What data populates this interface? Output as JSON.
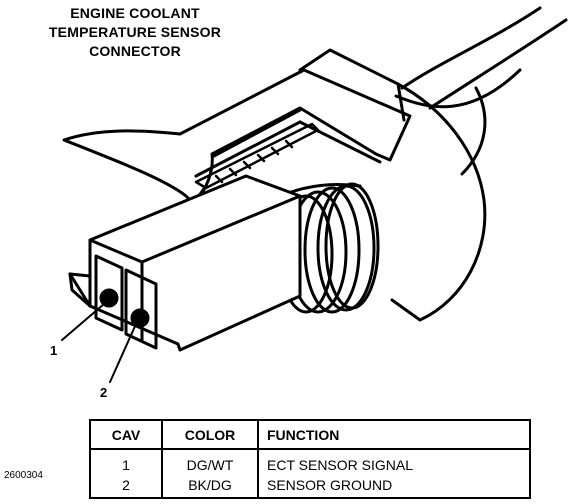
{
  "diagram": {
    "title_lines": [
      "ENGINE COOLANT",
      "TEMPERATURE SENSOR",
      "CONNECTOR"
    ],
    "callouts": [
      "1",
      "2"
    ],
    "figure_id": "2600304"
  },
  "pinout_table": {
    "headers": {
      "cav": "CAV",
      "color": "COLOR",
      "function": "FUNCTION"
    },
    "rows": [
      {
        "cav": "1",
        "color": "DG/WT",
        "function": "ECT SENSOR SIGNAL"
      },
      {
        "cav": "2",
        "color": "BK/DG",
        "function": "SENSOR GROUND"
      }
    ]
  }
}
